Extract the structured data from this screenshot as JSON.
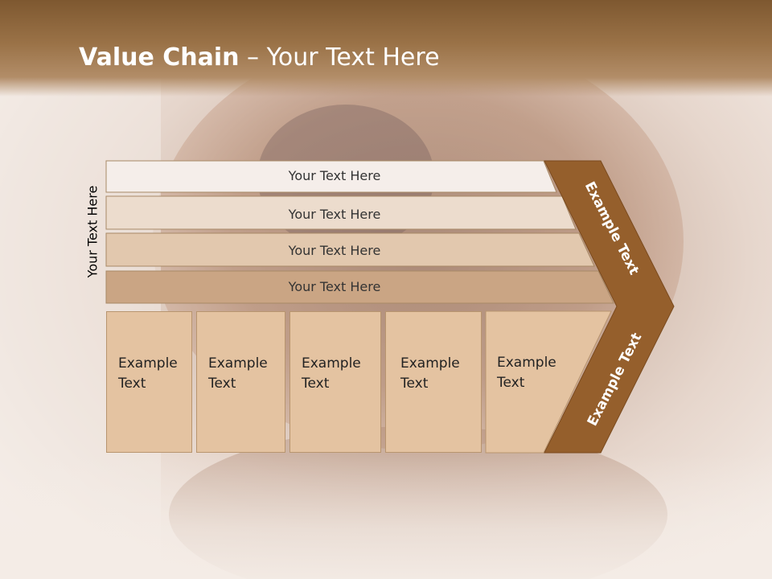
{
  "slide": {
    "title_bold": "Value Chain",
    "title_rest": " – Your Text Here",
    "side_label": "Your Text Here"
  },
  "bars": [
    {
      "label": "Your Text Here",
      "color": "#f5eeea"
    },
    {
      "label": "Your Text Here",
      "color": "#ecdccd"
    },
    {
      "label": "Your Text Here",
      "color": "#e2c8ae"
    },
    {
      "label": "Your Text Here",
      "color": "#caa584"
    }
  ],
  "boxes": [
    {
      "line1": "Example",
      "line2": "Text"
    },
    {
      "line1": "Example",
      "line2": "Text"
    },
    {
      "line1": "Example",
      "line2": "Text"
    },
    {
      "line1": "Example",
      "line2": "Text"
    },
    {
      "line1": "Example",
      "line2": "Text"
    }
  ],
  "chevron": {
    "top_text": "Example Text",
    "bottom_text": "Example Text",
    "color": "#955f2c",
    "box_color": "#e4c3a1"
  }
}
